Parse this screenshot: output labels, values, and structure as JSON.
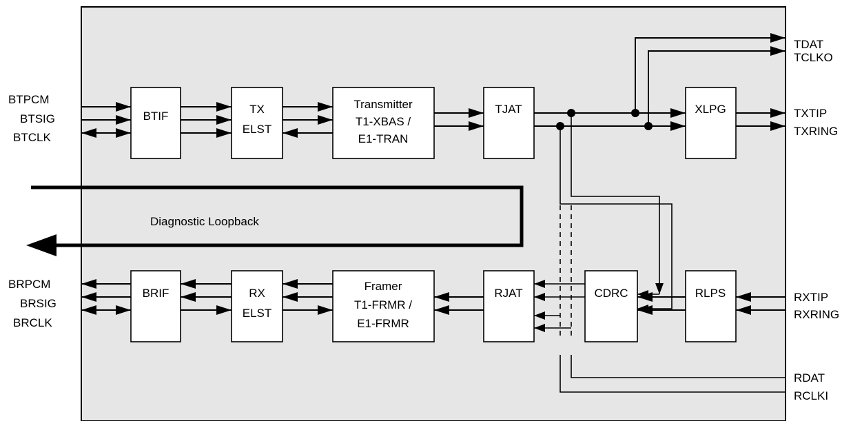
{
  "blocks": {
    "btif": [
      "BTIF"
    ],
    "tx_elst": [
      "TX",
      "ELST"
    ],
    "transmitter": [
      "Transmitter",
      "T1-XBAS /",
      "E1-TRAN"
    ],
    "tjat": [
      "TJAT"
    ],
    "xlpg": [
      "XLPG"
    ],
    "brif": [
      "BRIF"
    ],
    "rx_elst": [
      "RX",
      "ELST"
    ],
    "framer": [
      "Framer",
      "T1-FRMR /",
      "E1-FRMR"
    ],
    "rjat": [
      "RJAT"
    ],
    "cdrc": [
      "CDRC"
    ],
    "rlps": [
      "RLPS"
    ]
  },
  "signals": {
    "left_tx": [
      "BTPCM",
      "BTSIG",
      "BTCLK"
    ],
    "left_rx": [
      "BRPCM",
      "BRSIG",
      "BRCLK"
    ],
    "right_top": [
      "TDAT",
      "TCLKO"
    ],
    "right_tx": [
      "TXTIP",
      "TXRING"
    ],
    "right_rx": [
      "RXTIP",
      "RXRING"
    ],
    "right_bottom": [
      "RDAT",
      "RCLKI"
    ]
  },
  "loopback_label": "Diagnostic Loopback",
  "colors": {
    "chip_fill": "#e6e6e6",
    "block_fill": "#ffffff",
    "line": "#000000"
  }
}
